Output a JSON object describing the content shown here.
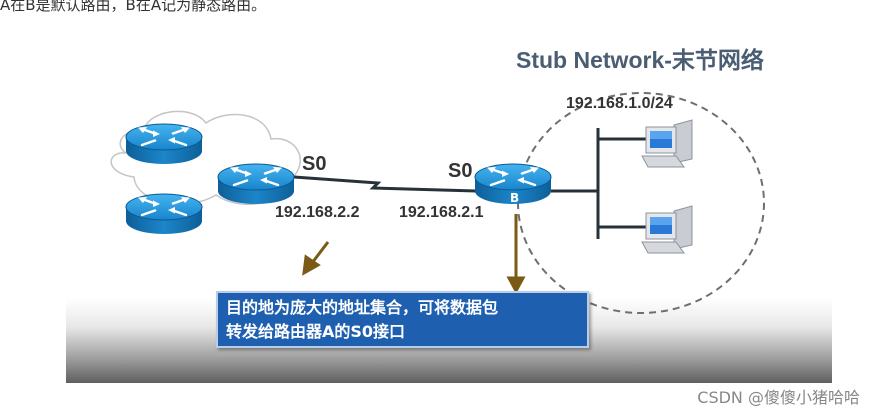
{
  "top_text": "A在B是默认路由，B在A记为静态路由。",
  "slide": {
    "title": "Stub Network-末节网络",
    "network_label": "192.168.1.0/24",
    "left_interface": "S0",
    "right_interface": "S0",
    "left_ip": "192.168.2.2",
    "right_ip": "192.168.2.1",
    "router_b_label": "B",
    "callout_line1": "目的地为庞大的地址集合，可将数据包",
    "callout_line2": "转发给路由器A的S0接口"
  },
  "watermark": "CSDN @傻傻小猪哈哈",
  "colors": {
    "router_blue": "#1a8fd6",
    "callout_bg": "#1f5fb0",
    "arrow_brown": "#7a5a14",
    "title_slate": "#4a5d73"
  },
  "icons": [
    "router-icon",
    "workstation-icon",
    "arrow-icon"
  ]
}
